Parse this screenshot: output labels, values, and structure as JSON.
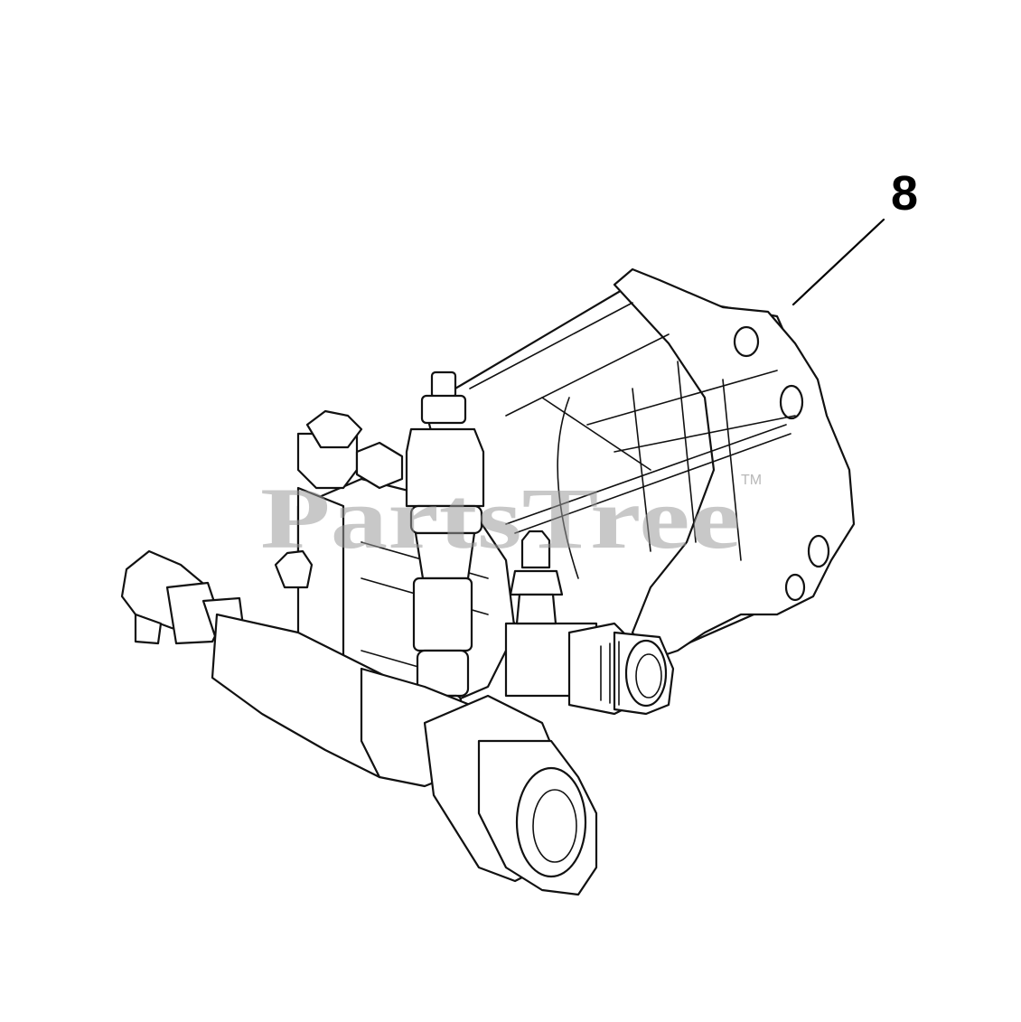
{
  "diagram": {
    "callouts": [
      {
        "number": "8"
      }
    ],
    "watermark": {
      "text": "PartsTree",
      "trademark": "TM"
    },
    "colors": {
      "line": "#111111",
      "background": "#ffffff",
      "watermark": "#9a9a9a"
    }
  }
}
